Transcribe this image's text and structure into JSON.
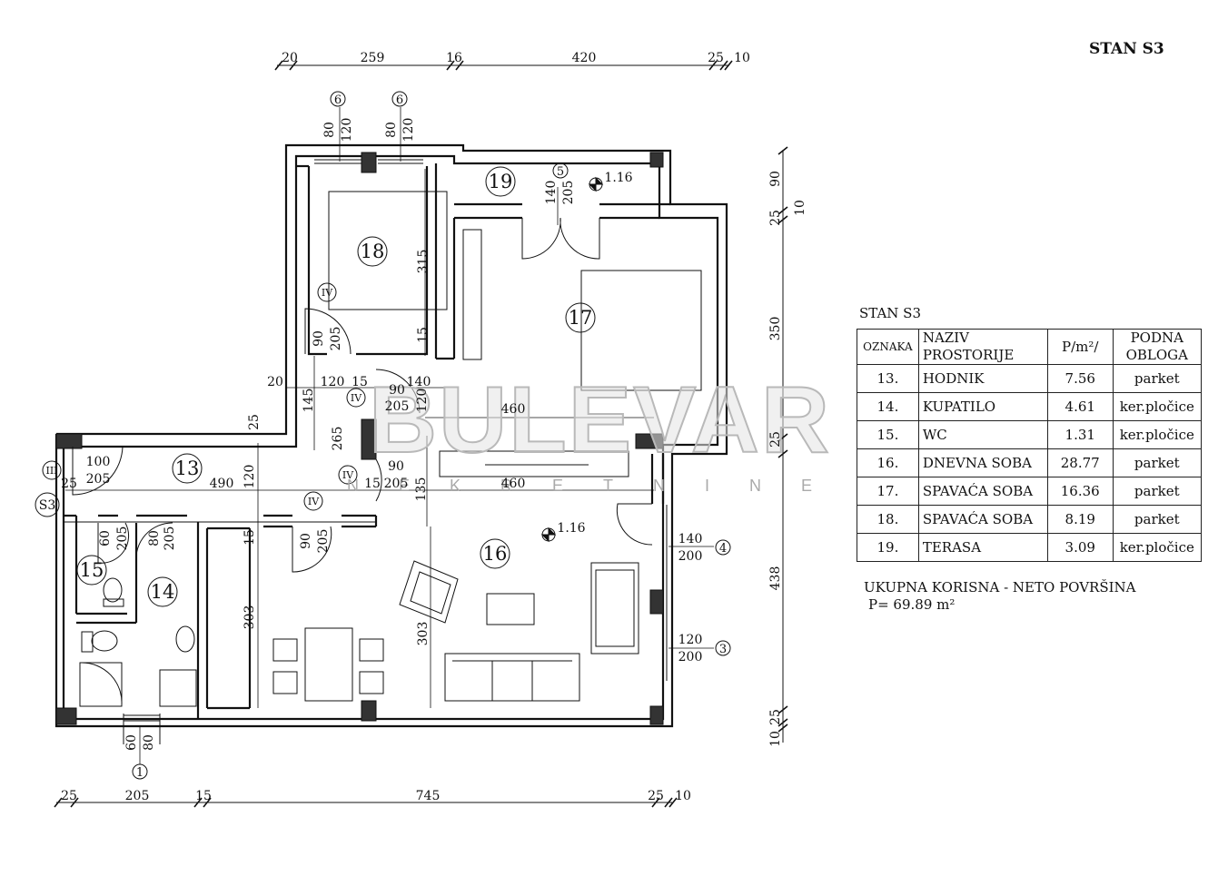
{
  "title": "STAN S3",
  "table": {
    "caption": "STAN S3",
    "headers": {
      "code": "OZNAKA",
      "name": "NAZIV\nPROSTORIJE",
      "area": "P/m²/",
      "floor": "PODNA\nOBLOGA"
    },
    "rows": [
      {
        "code": "13.",
        "name": "HODNIK",
        "area": "7.56",
        "floor": "parket"
      },
      {
        "code": "14.",
        "name": "KUPATILO",
        "area": "4.61",
        "floor": "ker.pločice"
      },
      {
        "code": "15.",
        "name": "WC",
        "area": "1.31",
        "floor": "ker.pločice"
      },
      {
        "code": "16.",
        "name": "DNEVNA SOBA",
        "area": "28.77",
        "floor": "parket"
      },
      {
        "code": "17.",
        "name": "SPAVAĆA  SOBA",
        "area": "16.36",
        "floor": "parket"
      },
      {
        "code": "18.",
        "name": "SPAVAĆA SOBA",
        "area": "8.19",
        "floor": "parket"
      },
      {
        "code": "19.",
        "name": "TERASA",
        "area": "3.09",
        "floor": "ker.pločice"
      }
    ]
  },
  "summary": {
    "label": "UKUPNA KORISNA - NETO POVRŠINA",
    "total": "P= 69.89 m²"
  },
  "watermark": {
    "main": "BULEVAR",
    "sub": "NEKRETNINE"
  },
  "plan": {
    "rooms": {
      "r13": "13",
      "r14": "14",
      "r15": "15",
      "r16": "16",
      "r17": "17",
      "r18": "18",
      "r19": "19"
    },
    "dims_top": {
      "d1": "20",
      "d2": "259",
      "d3": "16",
      "d4": "420",
      "d5": "25",
      "d6": "10"
    },
    "dims_bottom": {
      "d1": "25",
      "d2": "205",
      "d3": "15",
      "d4": "745",
      "d5": "25",
      "d6": "10"
    },
    "dims_right": {
      "d1": "90",
      "d2": "25",
      "d3": "10",
      "d4": "350",
      "d5": "25",
      "d6": "438",
      "d7": "10",
      "d8": "25"
    },
    "inner": {
      "a1": "80",
      "a2": "120",
      "a3": "80",
      "a4": "120",
      "b1": "140",
      "b2": "205",
      "elev1": "1.16",
      "elev2": "1.16",
      "c1": "315",
      "c2": "15",
      "c3": "90",
      "c4": "205",
      "e1": "20",
      "e2": "120",
      "e3": "15",
      "e4": "140",
      "e5": "145",
      "e6": "265",
      "e7": "90",
      "e8": "205",
      "e9": "120",
      "f1": "460",
      "f2": "460",
      "f3": "25",
      "g1": "100",
      "g2": "205",
      "g3": "490",
      "g4": "120",
      "g5": "25",
      "h1": "90",
      "h2": "15",
      "h3": "205",
      "h4": "135",
      "i1": "90",
      "i2": "205",
      "i3": "15",
      "i4": "303",
      "i5": "303",
      "j1": "60",
      "j2": "205",
      "j3": "80",
      "j4": "205",
      "k1": "140",
      "k2": "200",
      "k3": "120",
      "k4": "200",
      "l1": "60",
      "l2": "80"
    },
    "markers": {
      "m6a": "6",
      "m6b": "6",
      "m5": "5",
      "m4": "4",
      "m3": "3",
      "m1": "1",
      "rIVa": "IV",
      "rIVb": "IV",
      "rIVc": "IV",
      "rIVd": "IV",
      "rIII": "III",
      "s3": "S3"
    }
  }
}
